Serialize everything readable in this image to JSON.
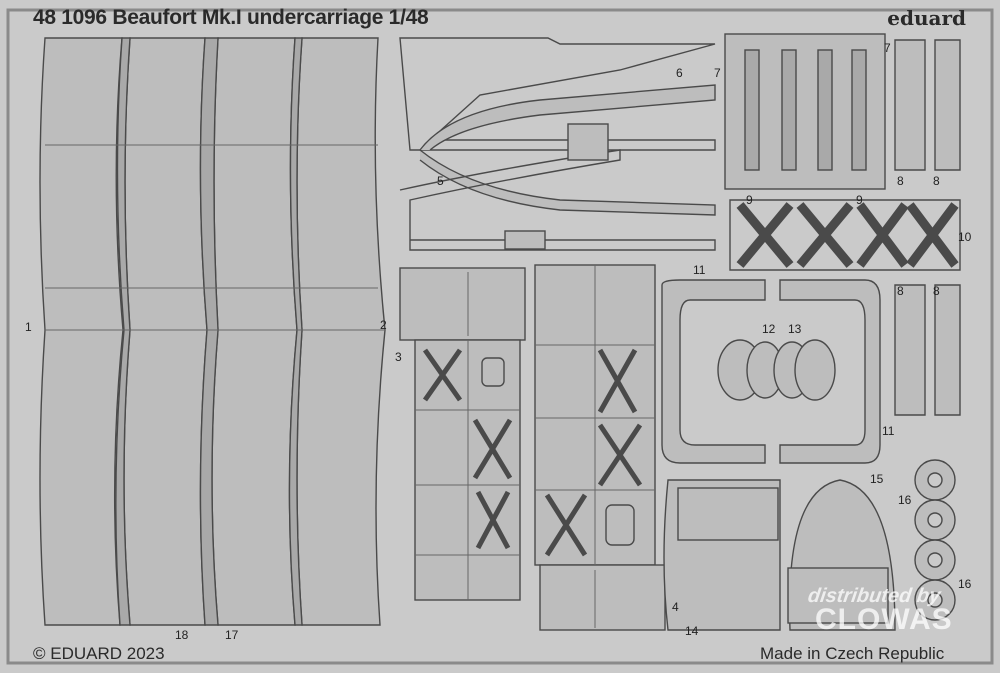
{
  "header": {
    "title": "48 1096  Beaufort Mk.I undercarriage 1/48",
    "brand": "eduard"
  },
  "footer": {
    "copyright": "© EDUARD 2023",
    "origin": "Made in Czech Republic"
  },
  "watermark": {
    "line1": "distributed by",
    "line2": "CLOWAS"
  },
  "part_labels": [
    "1",
    "2",
    "3",
    "4",
    "5",
    "6",
    "7",
    "7",
    "8",
    "8",
    "8",
    "8",
    "9",
    "9",
    "10",
    "11",
    "11",
    "12",
    "13",
    "14",
    "15",
    "16",
    "16",
    "17",
    "18"
  ],
  "colors": {
    "background": "#cacaca",
    "part": "#bdbdbd",
    "outline": "#4a4a4a",
    "text": "#2a2a2a"
  }
}
